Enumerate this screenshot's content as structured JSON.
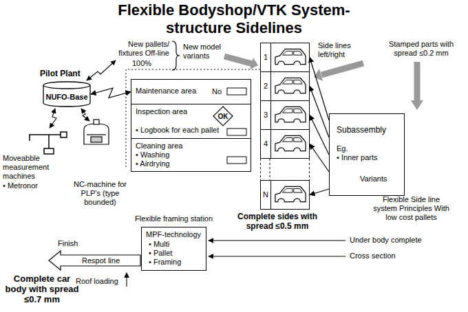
{
  "diagram": {
    "title": "Flexible Bodyshop/VTK System-structure Sidelines",
    "nodes": [
      {
        "text": [
          "NUFO-Base"
        ]
      },
      {
        "text": [
          "Maintenance area"
        ]
      },
      {
        "text": [
          "Inspection area",
          "• Logbook for each pallet"
        ]
      },
      {
        "text": [
          "OK"
        ],
        "in": 2
      },
      {
        "text": [
          "Cleaning area",
          "• Washing",
          "• Airdrying"
        ]
      },
      {
        "text": [
          "1"
        ]
      },
      {
        "text": [
          "2"
        ]
      },
      {
        "text": [
          "3"
        ]
      },
      {
        "text": [
          "4"
        ]
      },
      {
        "text": [
          "N"
        ]
      },
      {
        "text": [
          "Subassembly",
          "Eg.",
          "• Inner parts",
          "Variants"
        ]
      },
      {
        "text": [
          "MPF-technology",
          "• Multi",
          "• Pallet",
          "• Framing"
        ]
      },
      {
        "text": [
          "Respot line"
        ]
      }
    ],
    "edges": [
      {
        "from": 0,
        "to": 1,
        "arrow": "both"
      },
      {
        "from": 10,
        "to": 5,
        "arrow": "to"
      },
      {
        "from": 10,
        "to": 6,
        "arrow": "to"
      },
      {
        "from": 10,
        "to": 7,
        "arrow": "to"
      },
      {
        "from": 10,
        "to": 8,
        "arrow": "to"
      },
      {
        "from": 10,
        "to": 9,
        "arrow": "to"
      }
    ],
    "labels": [
      "New pallets/ fixtures Off-line",
      "New model variants",
      "Side lines left/right",
      "Stamped parts with spread ≤0.2 mm",
      "Pilot Plant",
      "100%",
      "No",
      "Moveabble measurement machines",
      "• Metronor",
      "NC-machine for PLP's (type bounded)",
      "Flexible Side line system Principles With low cost pallets",
      "Flexible framing station",
      "Complete sides with spread ≤0.5 mm",
      "Under body complete",
      "Cross section",
      "Finish",
      "Roof loading",
      "Complete car body with spread ≤0.7 mm"
    ]
  }
}
